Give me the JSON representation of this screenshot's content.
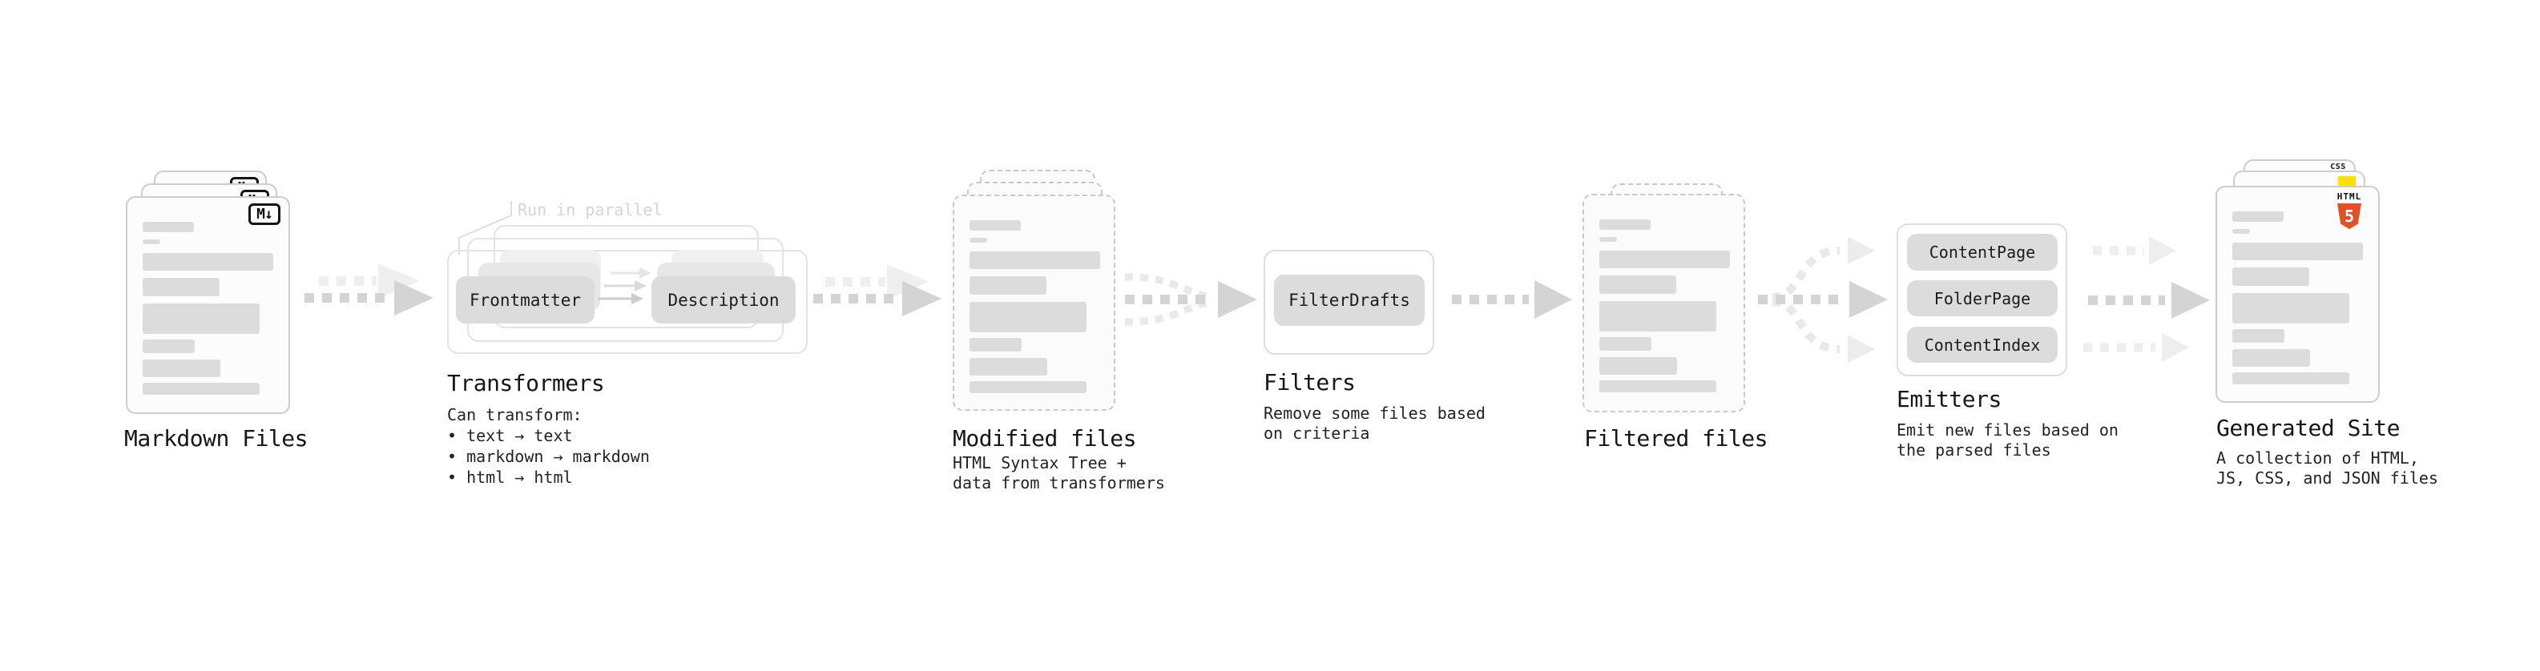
{
  "stages": {
    "markdown": {
      "label": "Markdown Files",
      "badge": "M↓"
    },
    "transformers": {
      "label": "Transformers",
      "note": "Run in parallel",
      "pill_frontmatter": "Frontmatter",
      "pill_description": "Description",
      "sub_heading": "Can transform:",
      "bullets": [
        "text → text",
        "markdown → markdown",
        "html → html"
      ]
    },
    "modified": {
      "label": "Modified files",
      "sub_line1": "HTML Syntax Tree +",
      "sub_line2": "data from transformers"
    },
    "filters": {
      "label": "Filters",
      "pill": "FilterDrafts",
      "sub_line1": "Remove some files based",
      "sub_line2": "on criteria"
    },
    "filtered": {
      "label": "Filtered files"
    },
    "emitters": {
      "label": "Emitters",
      "pills": [
        "ContentPage",
        "FolderPage",
        "ContentIndex"
      ],
      "sub_line1": "Emit new files based on",
      "sub_line2": "the parsed files"
    },
    "generated": {
      "label": "Generated Site",
      "sub_line1": "A collection of HTML,",
      "sub_line2": "JS, CSS, and JSON files",
      "badge_css": "CSS",
      "badge_html_text": "HTML",
      "badge_html_number": "5"
    }
  },
  "colors": {
    "html5_orange": "#e34f26",
    "js_yellow": "#ffdf00",
    "css_blue": "#2c65f6",
    "arrow_dark": "#d4d4d4",
    "arrow_light": "#efefef"
  }
}
